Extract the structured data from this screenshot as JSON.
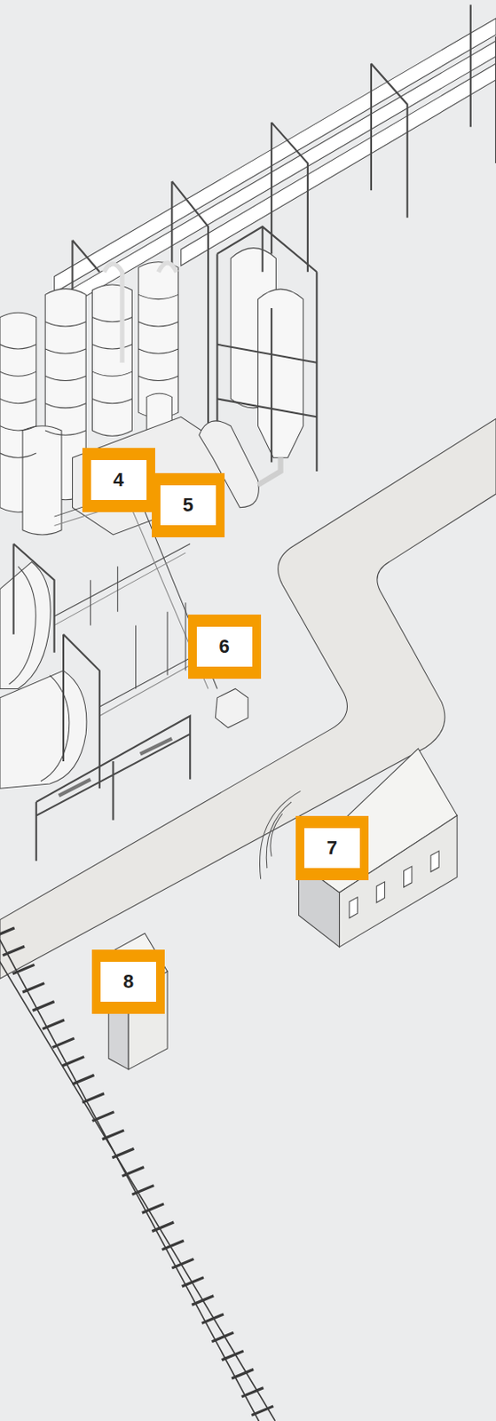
{
  "diagram": {
    "labels": [
      "4",
      "5",
      "6",
      "7",
      "8"
    ]
  }
}
